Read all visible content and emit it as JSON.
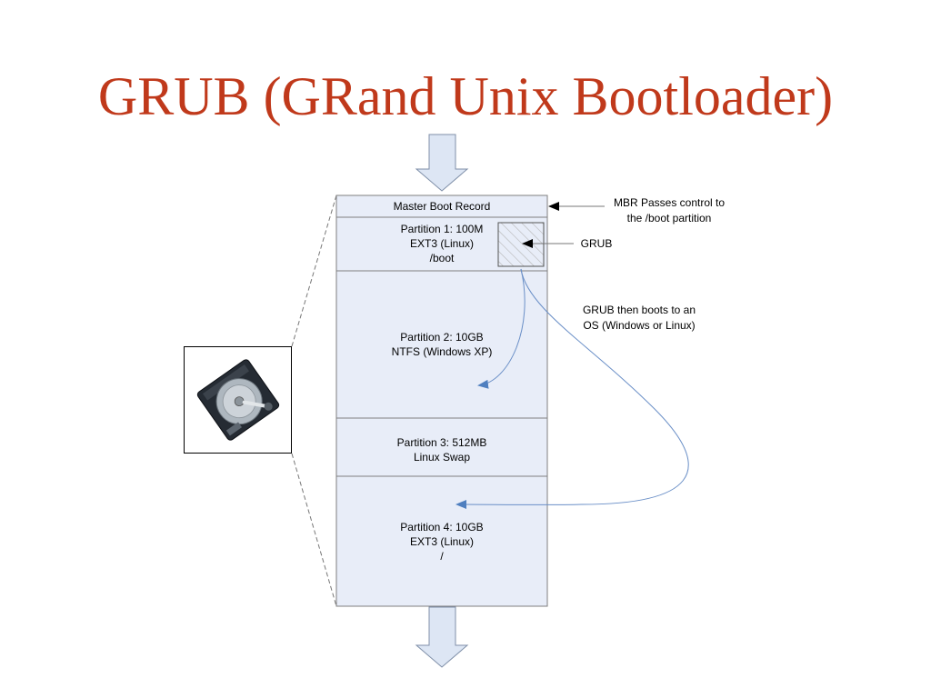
{
  "title": "GRUB (GRand Unix Bootloader)",
  "colors": {
    "title": "#c0391b",
    "partition_fill": "#e8edf8",
    "partition_border": "#7f7f7f",
    "flow_arrow": "#4f7fbf",
    "block_arrow_fill": "#dde6f4"
  },
  "disk": {
    "icon": "hard-drive-icon",
    "partitions": [
      {
        "id": "mbr",
        "lines": [
          "Master Boot Record"
        ]
      },
      {
        "id": "p1",
        "lines": [
          "Partition 1: 100M",
          "EXT3 (Linux)",
          "/boot"
        ]
      },
      {
        "id": "p2",
        "lines": [
          "Partition 2: 10GB",
          "NTFS (Windows XP)"
        ]
      },
      {
        "id": "p3",
        "lines": [
          "Partition 3: 512MB",
          "Linux Swap"
        ]
      },
      {
        "id": "p4",
        "lines": [
          "Partition 4: 10GB",
          "EXT3 (Linux)",
          "/"
        ]
      }
    ]
  },
  "annotations": {
    "mbr_note": [
      "MBR Passes control to",
      "the /boot partition"
    ],
    "grub_label": "GRUB",
    "boot_note": [
      "GRUB then boots to an",
      "OS (Windows or Linux)"
    ]
  }
}
